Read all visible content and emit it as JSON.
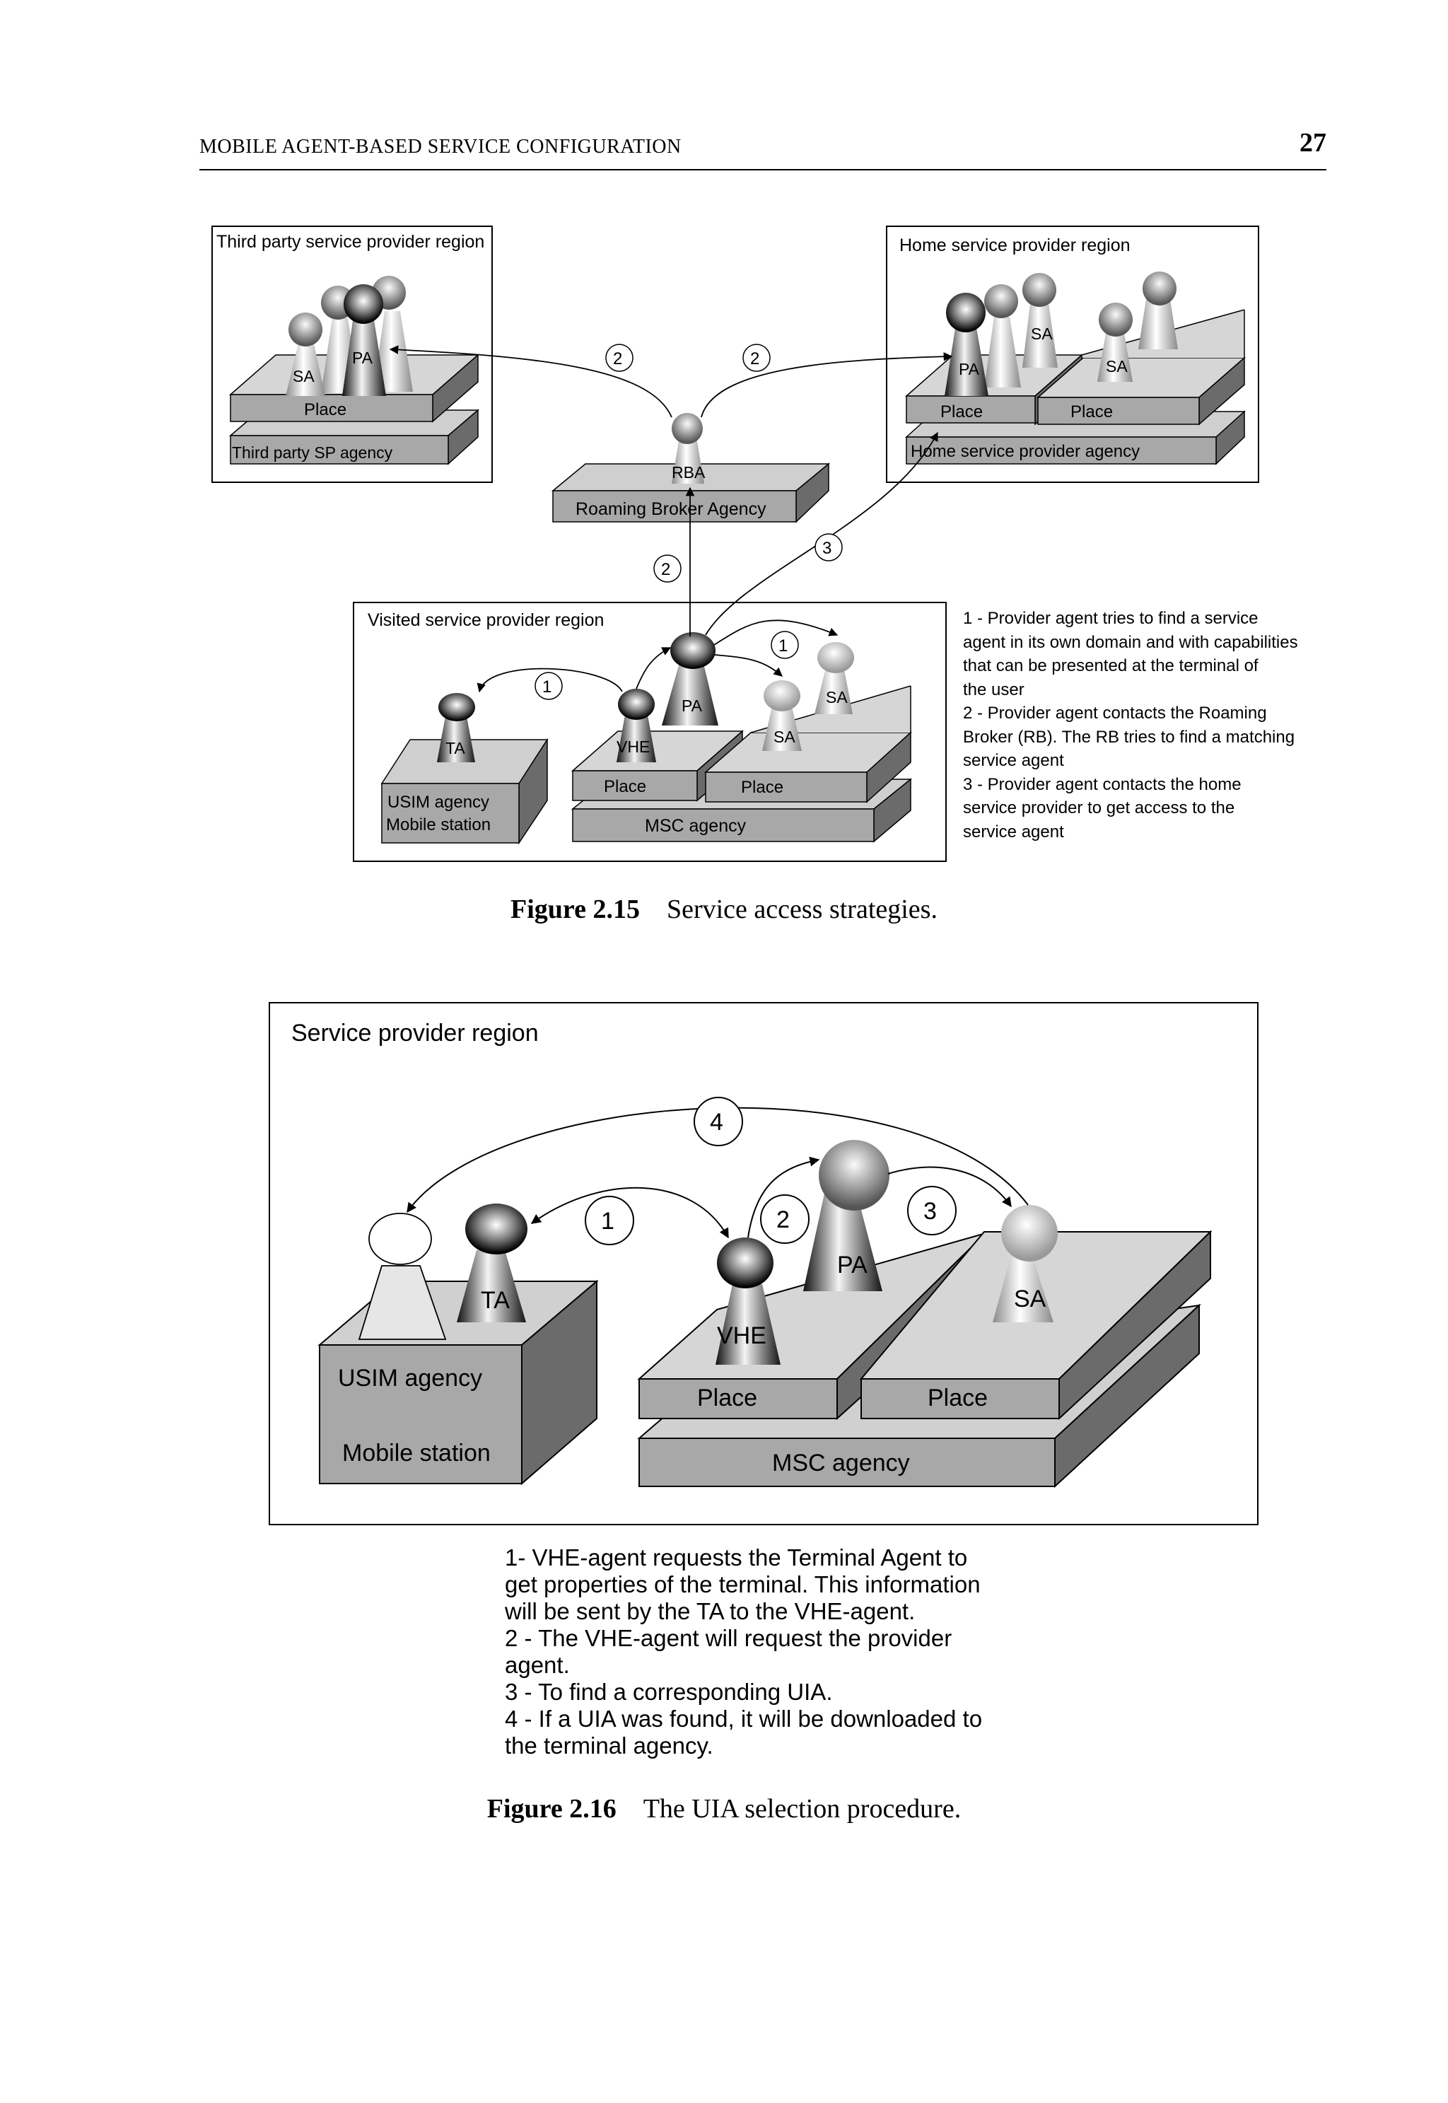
{
  "header": {
    "title": "MOBILE AGENT-BASED SERVICE CONFIGURATION",
    "page_number": "27"
  },
  "figure1": {
    "third_party_region": "Third party service provider region",
    "home_region": "Home service provider region",
    "visited_region": "Visited service provider region",
    "roaming_broker_agency": "Roaming Broker Agency",
    "rba": "RBA",
    "third_party_agency": "Third party SP agency",
    "home_agency": "Home service provider agency",
    "usim_line1": "USIM agency",
    "usim_line2": "Mobile station",
    "msc_agency": "MSC agency",
    "place": "Place",
    "sa": "SA",
    "pa": "PA",
    "ta": "TA",
    "vhe": "VHE",
    "step1": "1",
    "step2": "2",
    "step3": "3",
    "notes": [
      "1 - Provider agent tries to find a service",
      "agent in its own domain and with capabilities",
      "that can be presented at the terminal of",
      "the user",
      "2 - Provider agent contacts the Roaming",
      "Broker (RB). The RB tries to find a matching",
      "service agent",
      "3 - Provider agent contacts the home",
      "service provider to get access to the",
      "service agent"
    ],
    "caption_label": "Figure 2.15",
    "caption_text": "Service access strategies."
  },
  "figure2": {
    "region": "Service provider region",
    "usim_agency": "USIM agency",
    "mobile_station": "Mobile station",
    "msc_agency": "MSC agency",
    "place": "Place",
    "ta": "TA",
    "vhe": "VHE",
    "pa": "PA",
    "sa": "SA",
    "step1": "1",
    "step2": "2",
    "step3": "3",
    "step4": "4",
    "notes": [
      "1- VHE-agent requests the Terminal Agent to",
      "get properties of the terminal. This information",
      "will be sent by the TA to the VHE-agent.",
      "2 - The VHE-agent will request the provider",
      "agent.",
      "3 - To find a corresponding UIA.",
      "4 - If a UIA was found, it will be downloaded to",
      "the terminal agency."
    ],
    "caption_label": "Figure 2.16",
    "caption_text": "The UIA selection procedure."
  }
}
